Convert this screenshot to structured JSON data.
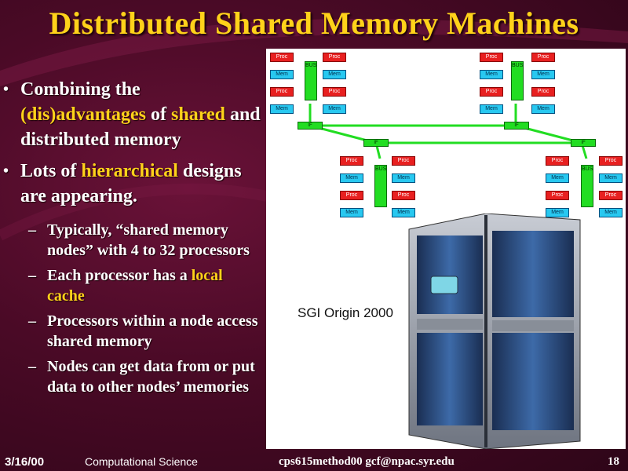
{
  "slide": {
    "title": "Distributed Shared Memory Machines",
    "bullets": [
      {
        "parts": [
          "Combining the ",
          "(dis)advantages",
          " of ",
          "shared",
          " and distributed memory"
        ]
      },
      {
        "parts": [
          "Lots of ",
          "hierarchical",
          " designs are appearing."
        ]
      }
    ],
    "sub_bullets": [
      {
        "parts": [
          "Typically, “shared memory nodes” with 4 to 32 processors",
          "",
          ""
        ]
      },
      {
        "parts": [
          "Each processor has a ",
          "local cache",
          ""
        ]
      },
      {
        "parts": [
          "Processors within a node access shared memory",
          "",
          ""
        ]
      },
      {
        "parts": [
          "Nodes can get data from or put data to other nodes’ memories",
          "",
          ""
        ]
      }
    ],
    "bullet_marker": "•",
    "sub_marker": "–"
  },
  "diagram": {
    "proc_label": "Proc",
    "mem_label": "Mem",
    "bus_label": "BUS",
    "router_label": "IF"
  },
  "photo": {
    "caption": "SGI Origin 2000"
  },
  "footer": {
    "date": "3/16/00",
    "course": "Computational Science",
    "ref": "cps615method00  gcf@npac.syr.edu",
    "page": "18"
  },
  "colors": {
    "title": "#ffd21a",
    "highlight": "#ffd21a",
    "proc": "#e82020",
    "mem": "#28c8f0",
    "bus": "#22dd22"
  }
}
